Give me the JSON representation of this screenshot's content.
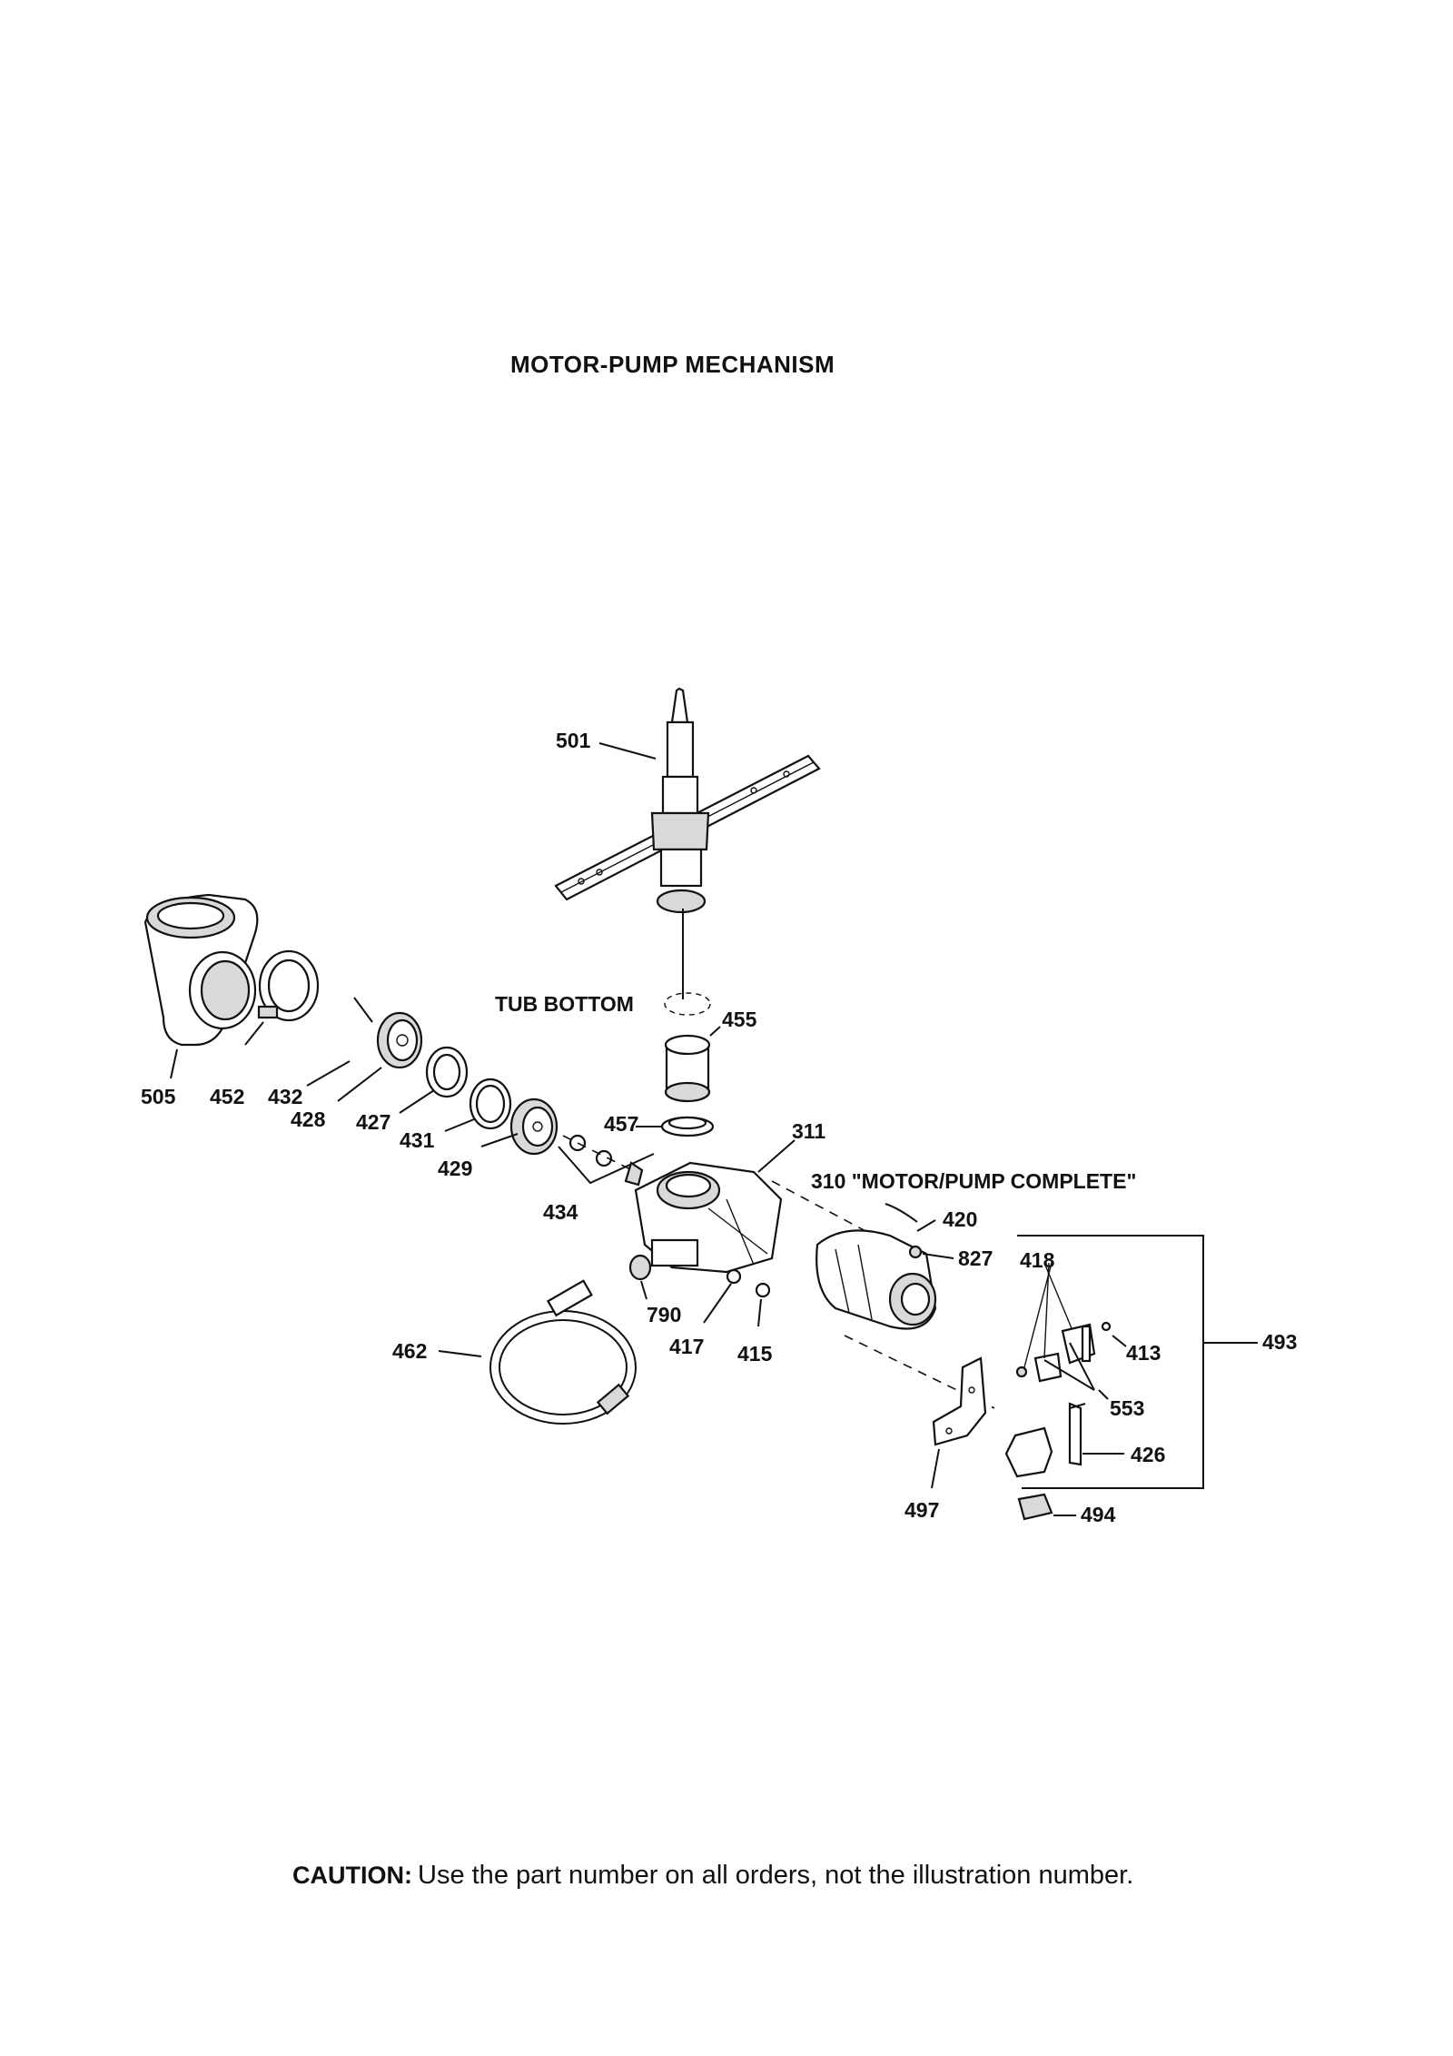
{
  "title": "MOTOR-PUMP MECHANISM",
  "caution": {
    "label": "CAUTION:",
    "text": "Use the part number on all orders, not the illustration number."
  },
  "labels": {
    "tub_bottom": "TUB BOTTOM",
    "motor_pump_complete": "310 \"MOTOR/PUMP COMPLETE\""
  },
  "parts": {
    "p501": "501",
    "p505": "505",
    "p452": "452",
    "p432": "432",
    "p428": "428",
    "p427": "427",
    "p431": "431",
    "p429": "429",
    "p434": "434",
    "p455": "455",
    "p457": "457",
    "p311": "311",
    "p420": "420",
    "p827": "827",
    "p418": "418",
    "p413": "413",
    "p493": "493",
    "p553": "553",
    "p426": "426",
    "p494": "494",
    "p497": "497",
    "p790": "790",
    "p417": "417",
    "p415": "415",
    "p462": "462"
  }
}
